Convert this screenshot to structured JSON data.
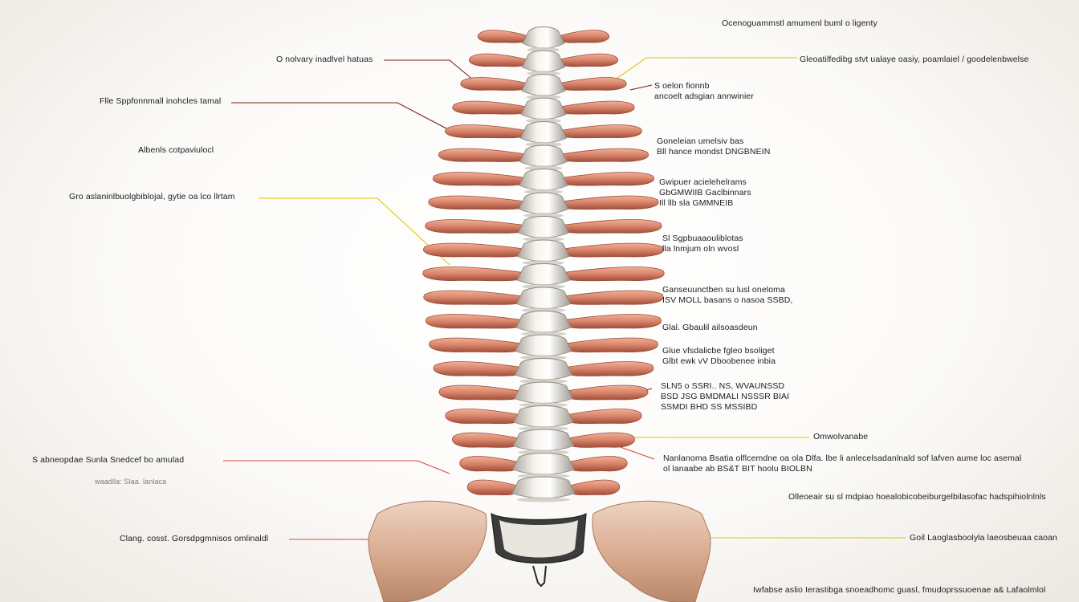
{
  "diagram": {
    "colors": {
      "background": "#fbfaf8",
      "bone_light": "#f2efea",
      "bone_shadow": "#b9b4ad",
      "process": "#d98a6c",
      "process_dark": "#a95a43",
      "pelvis": "#d9b09a",
      "leader_dark": "#7a1f14",
      "leader_yellow": "#e2c400",
      "leader_red": "#d8483a"
    },
    "labels": [
      {
        "id": "top-right-title",
        "lines": [
          "Ocenoguammstl amumenl buml o ligenty"
        ]
      },
      {
        "id": "left-1",
        "lines": [
          "O nolvary inadlvel hatuas"
        ]
      },
      {
        "id": "right-1",
        "lines": [
          "Gleoatilfedibg stvt ualaye oasiy, poamlaiel / goodelenbwelse"
        ]
      },
      {
        "id": "right-2",
        "lines": [
          "S oelon fionnb",
          "ancoelt adsgian annwinier"
        ]
      },
      {
        "id": "left-2",
        "lines": [
          "Flle Sppfonnmall inohcles tamal"
        ]
      },
      {
        "id": "right-3",
        "lines": [
          "Goneleian umelsiv bas",
          "Bll hance mondst DNGBNEIN"
        ]
      },
      {
        "id": "left-3",
        "lines": [
          "Albenls cotpaviulocl"
        ]
      },
      {
        "id": "right-4",
        "lines": [
          "Gwipuer acielehelrams",
          "GbGMWIIB Gaclbinnars",
          "Ill llb sla GMMNEIB"
        ]
      },
      {
        "id": "left-4",
        "lines": [
          "Gro aslaninlbuolgbiblojal, gytie oa lco llrtam"
        ]
      },
      {
        "id": "right-5",
        "lines": [
          "Sl Sgpbuaaouliblotas",
          "lla lnmjum oln wvosl"
        ]
      },
      {
        "id": "right-6",
        "lines": [
          "Ganseuunctben su lusl oneloma",
          "ISV MOLL basans o nasoa SSBD,"
        ]
      },
      {
        "id": "right-7",
        "lines": [
          "Glal. Gbaulil ailsoasdeun"
        ]
      },
      {
        "id": "right-8",
        "lines": [
          "Glue vfsdalicbe fgleo bsoliget",
          "Glbt ewk vV Dboobenee inbia"
        ]
      },
      {
        "id": "right-9",
        "lines": [
          "SLN5 o SSRI.. NS, WVAUNSSD",
          "BSD JSG BMDMALI NSSSR BIAI",
          "SSMDI BHD SS MSSIBD"
        ]
      },
      {
        "id": "right-10",
        "lines": [
          "Omwolvanabe"
        ]
      },
      {
        "id": "left-5",
        "lines": [
          "S abneopdae Sunla Snedcef bo amulad"
        ]
      },
      {
        "id": "left-5-sub",
        "lines": [
          "waadlla: Slaa. lanlaca"
        ]
      },
      {
        "id": "right-11",
        "lines": [
          "Nanlanoma Bsatia olflcemdne oa ola Dlfa. lbe li anlecelsadanlnald sof lafven aume loc asemal",
          "ol lanaabe ab BS&T BIT hoolu BIOLBN"
        ]
      },
      {
        "id": "right-12",
        "lines": [
          "Olleoeair su sl mdpiao hoealobicobeiburgelbilasofac hadspihiolnlnls"
        ]
      },
      {
        "id": "left-6",
        "lines": [
          "Clang. cosst. Gorsdpgmnisos omlinaldl"
        ]
      },
      {
        "id": "right-13",
        "lines": [
          "Goil Laoglasboolyla laeosbeuaa caoan"
        ]
      },
      {
        "id": "bottom-right",
        "lines": [
          "Iwfabse aslio Ierastibga snoeadhomc guasl, fmudoprssuoenae a& Lafaolmlol"
        ]
      }
    ]
  }
}
